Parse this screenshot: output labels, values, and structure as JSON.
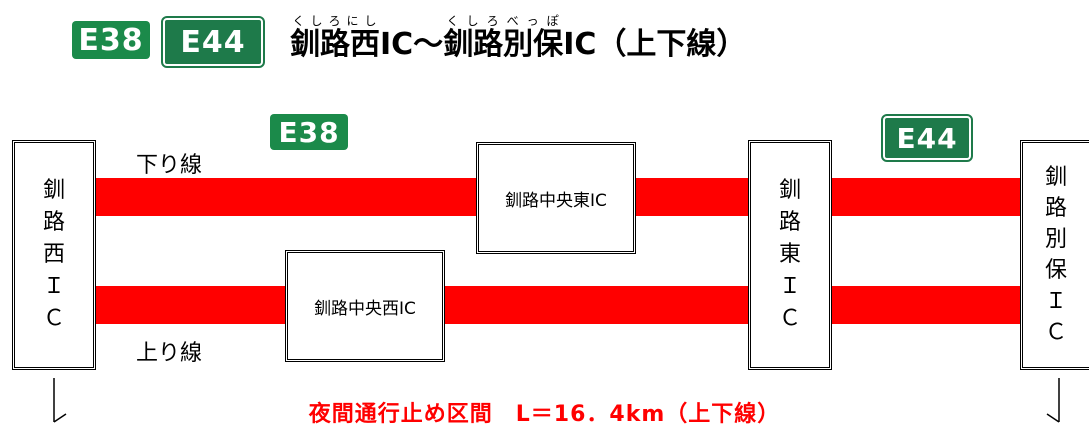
{
  "header": {
    "badges": [
      "E38",
      "E44"
    ],
    "title": {
      "segments": [
        {
          "base": "釧路西",
          "ruby": "くしろにし"
        },
        {
          "text": "IC～"
        },
        {
          "base": "釧路別保",
          "ruby": "くしろべっぽ"
        },
        {
          "text": "IC（上下線）"
        }
      ]
    }
  },
  "diagram": {
    "route_badges": [
      "E38",
      "E44"
    ],
    "down_label": "下り線",
    "up_label": "上り線",
    "interchanges": {
      "kushiro_nishi": [
        "釧",
        "路",
        "西",
        "Ｉ",
        "Ｃ"
      ],
      "kushiro_higashi": [
        "釧",
        "路",
        "東",
        "Ｉ",
        "Ｃ"
      ],
      "kushiro_beppo": [
        "釧",
        "路",
        "別",
        "保",
        "Ｉ",
        "Ｃ"
      ],
      "chuo_higashi": "釧路中央東IC",
      "chuo_nishi": "釧路中央西IC"
    },
    "closure_text": "夜間通行止め区間　L＝16．4km（上下線）"
  },
  "colors": {
    "e38_badge": "#1b8a4a",
    "e44_badge": "#1e7a4a",
    "bar": "#ff0000",
    "closure_text": "#ff0000"
  }
}
